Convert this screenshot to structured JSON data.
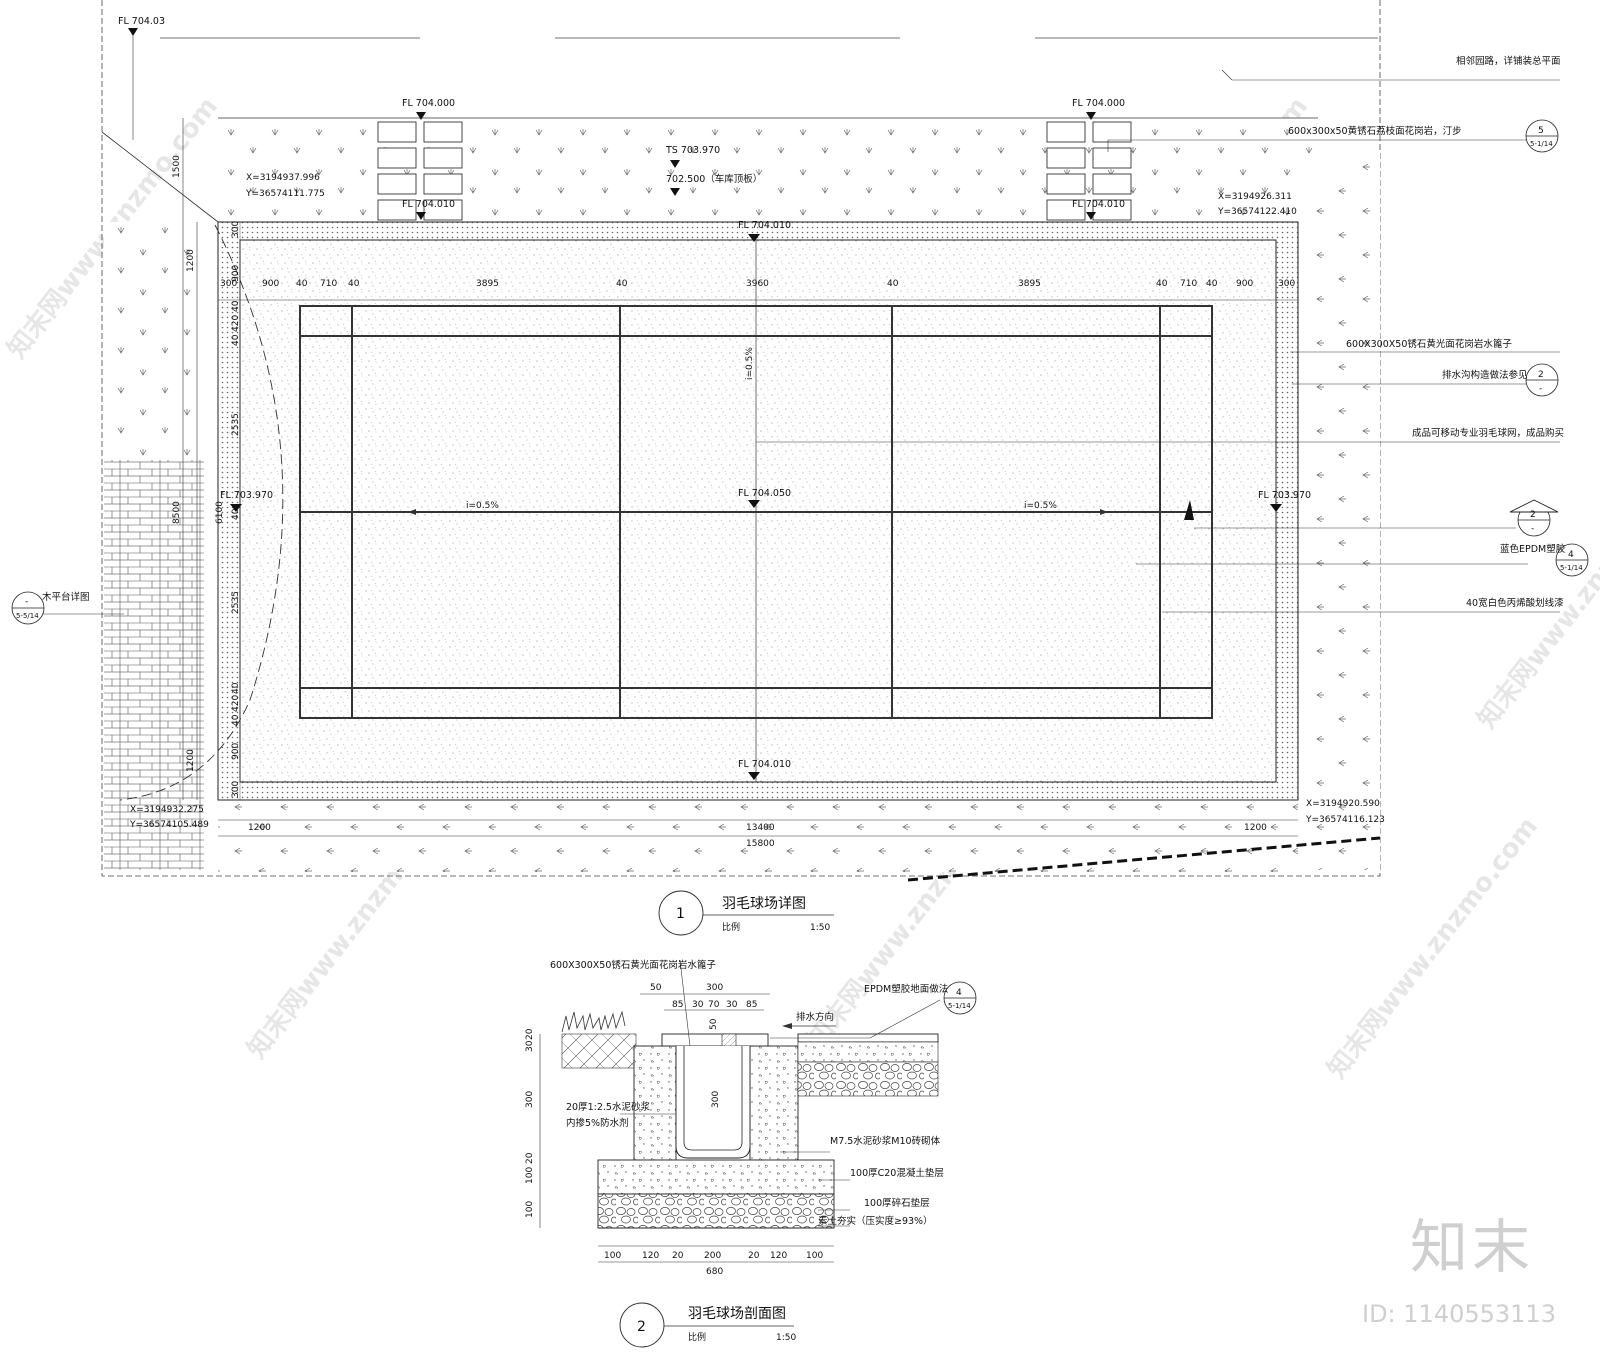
{
  "plan": {
    "title": "羽毛球场详图",
    "number": "1",
    "scale_label": "比例",
    "scale": "1:50",
    "elevations": {
      "fl_70403": "FL 704.03",
      "fl_704000_left": "FL 704.000",
      "fl_704000_right": "FL 704.000",
      "ts": "TS 703.970",
      "garage_roof": "702.500（车库顶板）",
      "fl_704010_left": "FL 704.010",
      "fl_704010_mid": "FL 704.010",
      "fl_704010_right": "FL 704.010",
      "fl_704010_bottom": "FL 704.010",
      "fl_703970_left": "FL 703.970",
      "fl_703970_right": "FL 703.970",
      "fl_704050_center": "FL 704.050"
    },
    "coords": {
      "tl_x": "X=3194937.996",
      "tl_y": "Y=36574111.775",
      "tr_x": "X=3194926.311",
      "tr_y": "Y=36574122.410",
      "bl_x": "X=3194932.275",
      "bl_y": "Y=36574105.489",
      "br_x": "X=3194920.590",
      "br_y": "Y=36574116.123"
    },
    "top_dims": [
      "300",
      "900",
      "40",
      "710",
      "40",
      "3895",
      "40",
      "3960",
      "40",
      "3895",
      "40",
      "710",
      "40",
      "900",
      "300"
    ],
    "left_dims": {
      "d1500": "1500",
      "d1200_top": "1200",
      "d8500": "8500",
      "d6100": "6100",
      "d1200_bottom": "1200",
      "d300_top": "300",
      "d900_top": "900",
      "d40_a": "40",
      "d420_a": "420",
      "d40_b": "40",
      "d2535_a": "2535",
      "d40_c": "40",
      "d2535_b": "2535",
      "d40_d": "40",
      "d420_b": "420",
      "d40_e": "40",
      "d900_bottom": "900",
      "d300_bottom": "300"
    },
    "bottom_dims": {
      "d1200_left": "1200",
      "d13400": "13400",
      "d1200_right": "1200",
      "d15800": "15800"
    },
    "slopes": {
      "vertical": "i=0.5%",
      "left": "i=0.5%",
      "right": "i=0.5%"
    },
    "callouts": {
      "road": "相邻园路，详铺装总平面",
      "stepping": "600x300x50黄锈石荔枝面花岗岩，汀步",
      "stepping_ref_top": "5",
      "stepping_ref_bot": "5-1/14",
      "grate": "600X300X50锈石黄光面花岗岩水篦子",
      "drain": "排水沟构造做法参见",
      "drain_ref_top": "2",
      "drain_ref_bot": "-",
      "net": "成品可移动专业羽毛球网，成品购买",
      "section_ref_top": "2",
      "section_ref_bot": "-",
      "epdm": "蓝色EPDM塑胶",
      "epdm_ref_top": "4",
      "epdm_ref_bot": "5-1/14",
      "line_paint": "40宽白色丙烯酸划线漆",
      "deck": "木平台详图",
      "deck_ref_top": "-",
      "deck_ref_bot": "5-5/14"
    }
  },
  "section": {
    "title": "羽毛球场剖面图",
    "number": "2",
    "scale_label": "比例",
    "scale": "1:50",
    "labels": {
      "grate": "600X300X50锈石黄光面花岗岩水篦子",
      "epdm": "EPDM塑胶地面做法",
      "epdm_ref_top": "4",
      "epdm_ref_bot": "5-1/14",
      "flow": "排水方向",
      "mortar_1": "20厚1:2.5水泥砂浆",
      "mortar_2": "内掺5%防水剂",
      "brick": "M7.5水泥砂浆M10砖砌体",
      "concrete": "100厚C20混凝土垫层",
      "gravel": "100厚碎石垫层",
      "soil": "素土夯实（压实度≥93%）"
    },
    "top_dims": [
      "50",
      "300",
      "85",
      "30",
      "70",
      "30",
      "85",
      "50"
    ],
    "left_dims": [
      "20",
      "30",
      "300",
      "20",
      "100",
      "100"
    ],
    "inner_dim": "300",
    "bottom_dims": [
      "100",
      "120",
      "20",
      "200",
      "20",
      "120",
      "100"
    ],
    "total_width": "680"
  },
  "brand": {
    "logo_text": "知末",
    "id_text": "ID: 1140553113",
    "watermark": "知末网www.znzmo.com"
  }
}
